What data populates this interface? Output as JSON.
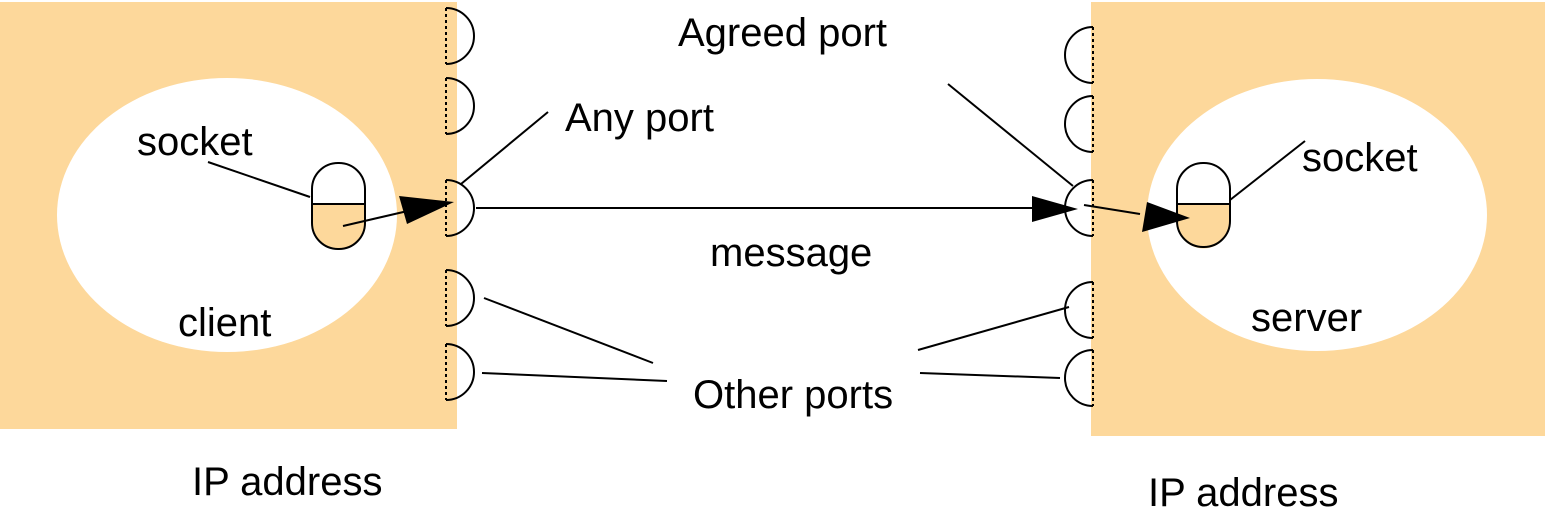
{
  "colors": {
    "host_fill": "#fdd89b",
    "process_fill": "#ffffff",
    "socket_fill": "#fdd89b",
    "line": "#000000",
    "background": "#ffffff"
  },
  "labels": {
    "client_socket": "socket",
    "client_process": "client",
    "client_ip": "IP address",
    "any_port": "Any port",
    "agreed_port": "Agreed port",
    "message": "message",
    "other_ports": "Other ports",
    "server_socket": "socket",
    "server_process": "server",
    "server_ip": "IP address"
  }
}
